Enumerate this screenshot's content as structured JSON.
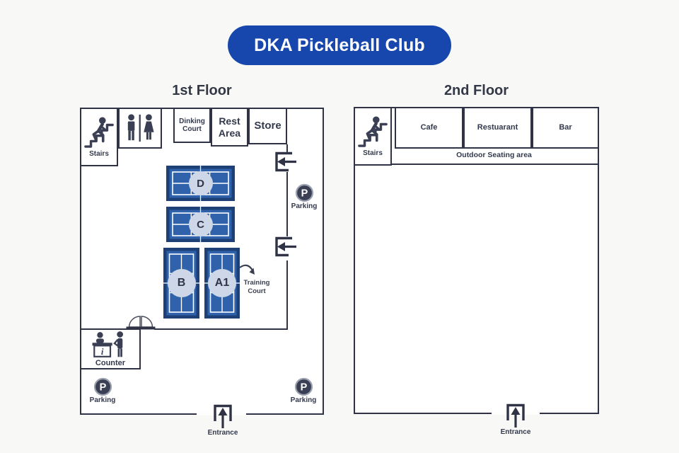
{
  "title": "DKA Pickleball Club",
  "floors": {
    "first": {
      "heading": "1st Floor",
      "stairs_label": "Stairs",
      "dinking_court": "Dinking Court",
      "rest_area": "Rest Area",
      "store": "Store",
      "counter_label": "Counter",
      "training_court": "Training Court",
      "courts": [
        {
          "id": "D",
          "orientation": "horizontal"
        },
        {
          "id": "C",
          "orientation": "horizontal"
        },
        {
          "id": "B",
          "orientation": "vertical"
        },
        {
          "id": "A1",
          "orientation": "vertical"
        }
      ]
    },
    "second": {
      "heading": "2nd Floor",
      "stairs_label": "Stairs",
      "cafe": "Cafe",
      "restaurant": "Restuarant",
      "bar": "Bar",
      "outdoor_seating": "Outdoor Seating area"
    }
  },
  "labels": {
    "parking": "Parking",
    "entrance": "Entrance",
    "parking_letter": "P",
    "info_letter": "i"
  },
  "colors": {
    "brand_blue": "#1747ad",
    "wall": "#2f3345",
    "icon": "#3a3f54",
    "court_border": "#1d4076",
    "court_surface": "#2f62ab",
    "court_lines": "#ffffff",
    "court_label_circle": "#cdd7e8",
    "text": "#343a4d",
    "page_background": "#f8f8f6"
  }
}
